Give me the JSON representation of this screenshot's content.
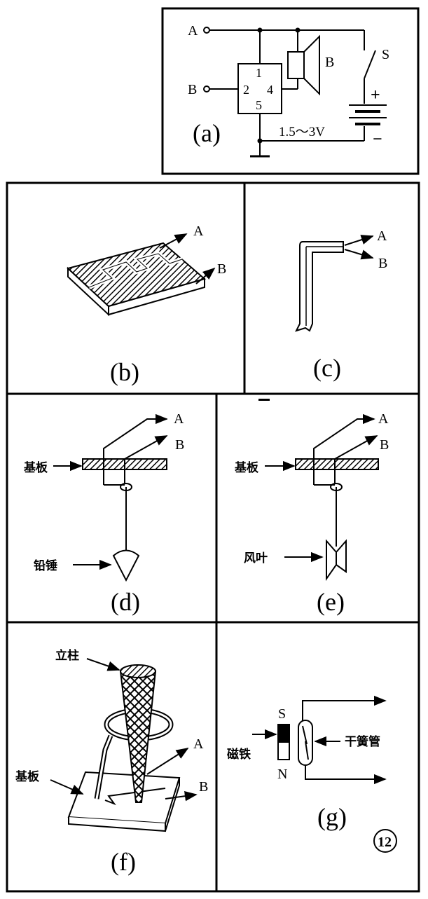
{
  "panel_a": {
    "caption": "(a)",
    "terminal_a": "A",
    "terminal_b": "B",
    "speaker": "B",
    "switch": "S",
    "plus": "+",
    "minus": "−",
    "voltage": "1.5～3V",
    "pin1": "1",
    "pin2": "2",
    "pin4": "4",
    "pin5": "5"
  },
  "panel_b": {
    "caption": "(b)",
    "label_a": "A",
    "label_b": "B"
  },
  "panel_c": {
    "caption": "(c)",
    "label_a": "A",
    "label_b": "B"
  },
  "panel_d": {
    "caption": "(d)",
    "label_a": "A",
    "label_b": "B",
    "substrate": "基板",
    "weight": "铅锤"
  },
  "panel_e": {
    "caption": "(e)",
    "label_a": "A",
    "label_b": "B",
    "substrate": "基板",
    "vane": "风叶"
  },
  "panel_f": {
    "caption": "(f)",
    "post": "立柱",
    "substrate": "基板",
    "label_a": "A",
    "label_b": "B"
  },
  "panel_g": {
    "caption": "(g)",
    "pole_s": "S",
    "pole_n": "N",
    "magnet": "磁铁",
    "reed": "干簧管",
    "figure_number": "12"
  }
}
